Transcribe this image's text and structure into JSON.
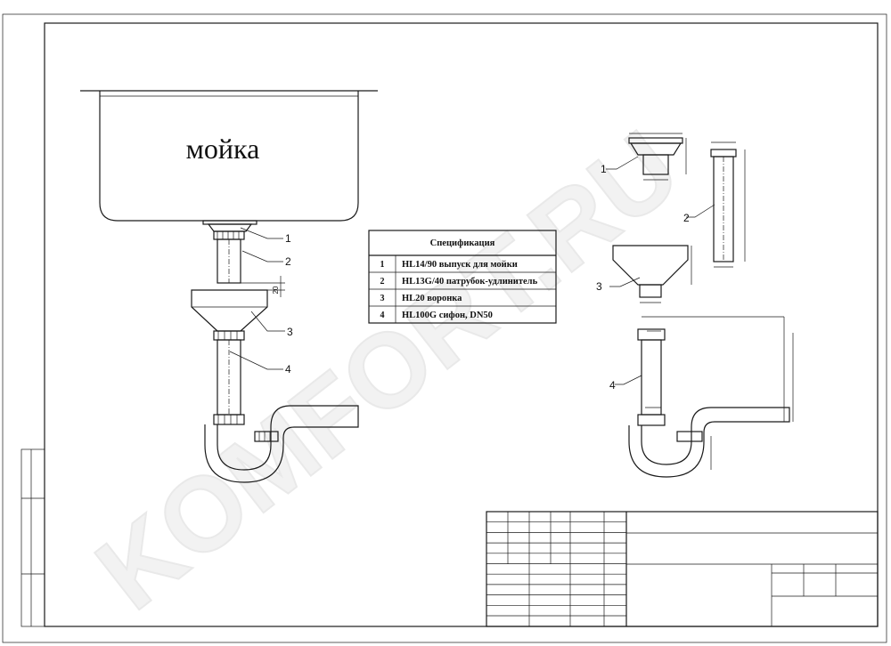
{
  "sink_label": "мойка",
  "watermark": "KOMFORT.RU",
  "specification": {
    "title": "Спецификация",
    "rows": [
      {
        "num": "1",
        "text": "HL14/90 выпуск для мойки"
      },
      {
        "num": "2",
        "text": "HL13G/40 патрубок-удлинитель"
      },
      {
        "num": "3",
        "text": "HL20 воронка"
      },
      {
        "num": "4",
        "text": "HL100G сифон, DN50"
      }
    ]
  },
  "assembly_callouts": [
    "1",
    "2",
    "3",
    "4"
  ],
  "detail_callouts": [
    "1",
    "2",
    "3",
    "4"
  ],
  "dimensions": {
    "gap": "20"
  }
}
